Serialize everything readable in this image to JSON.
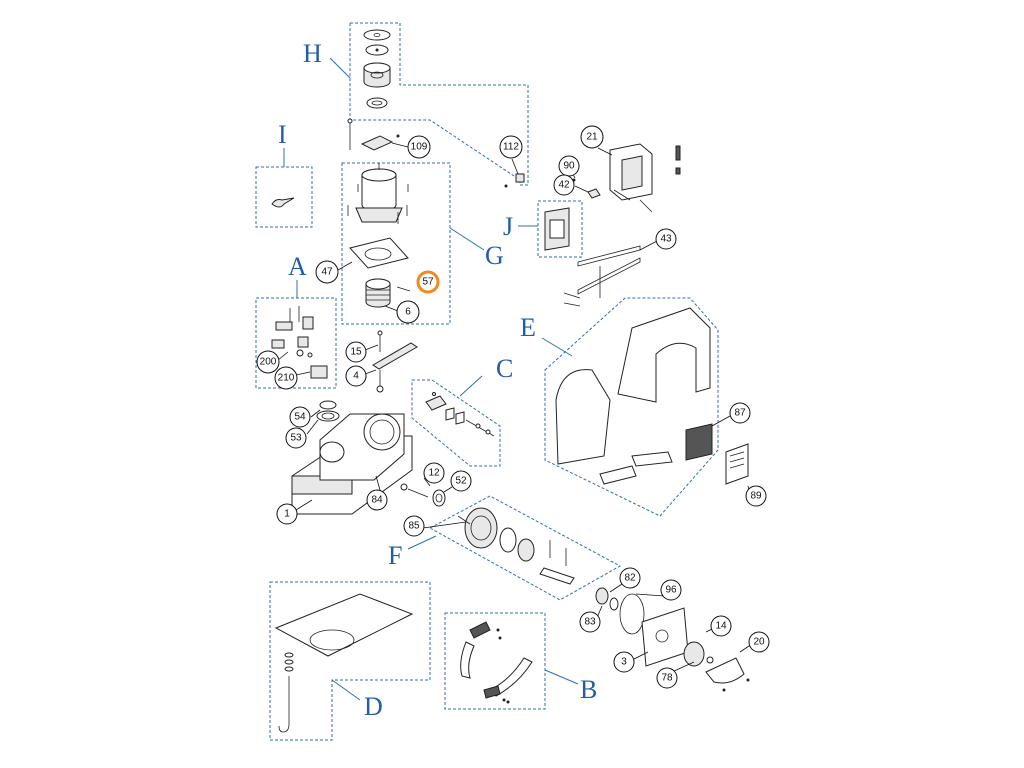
{
  "groups": {
    "H": "H",
    "I": "I",
    "G": "G",
    "J": "J",
    "A": "A",
    "C": "C",
    "E": "E",
    "F": "F",
    "D": "D",
    "B": "B"
  },
  "callouts": {
    "c109": "109",
    "c112": "112",
    "c21": "21",
    "c90": "90",
    "c42": "42",
    "c43": "43",
    "c47": "47",
    "c57": "57",
    "c6": "6",
    "c200": "200",
    "c210": "210",
    "c15": "15",
    "c4": "4",
    "c54": "54",
    "c53": "53",
    "c12": "12",
    "c52": "52",
    "c84": "84",
    "c1": "1",
    "c87": "87",
    "c89": "89",
    "c85": "85",
    "c82": "82",
    "c96": "96",
    "c83": "83",
    "c14": "14",
    "c20": "20",
    "c3": "3",
    "c78": "78"
  },
  "highlight": {
    "callout": "57",
    "color": "#f08a1c"
  },
  "colors": {
    "group_label": "#1f5ea8",
    "group_box": "#2f6db5"
  }
}
